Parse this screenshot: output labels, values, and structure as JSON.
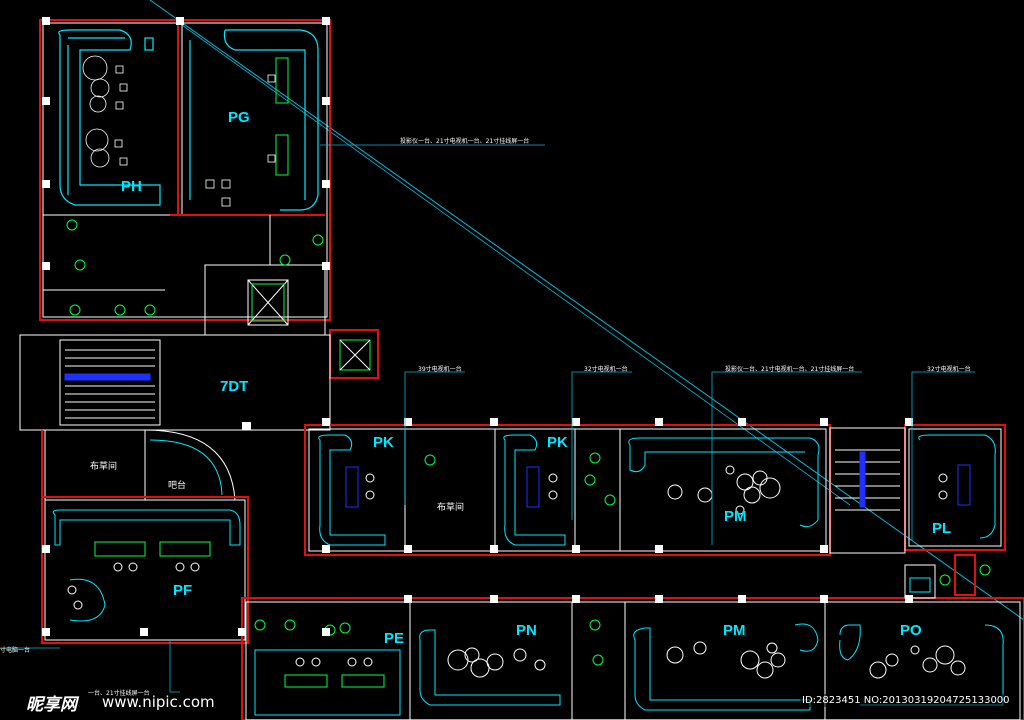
{
  "rooms": [
    {
      "id": "PH",
      "label": "PH"
    },
    {
      "id": "PG",
      "label": "PG"
    },
    {
      "id": "7DT",
      "label": "7DT"
    },
    {
      "id": "PK1",
      "label": "PK"
    },
    {
      "id": "PK2",
      "label": "PK"
    },
    {
      "id": "PM1",
      "label": "PM"
    },
    {
      "id": "PL",
      "label": "PL"
    },
    {
      "id": "PF",
      "label": "PF"
    },
    {
      "id": "PE",
      "label": "PE"
    },
    {
      "id": "PN",
      "label": "PN"
    },
    {
      "id": "PM2",
      "label": "PM"
    },
    {
      "id": "PO",
      "label": "PO"
    }
  ],
  "chinese_labels": {
    "linen_room_1": "布草间",
    "linen_room_2": "布草间",
    "bar": "吧台"
  },
  "notes": {
    "pg_equipment": "投影仪一台、21寸电视机一台、21寸挂线屏一台",
    "pk1_equipment": "39寸电视机一台",
    "pk2_equipment": "32寸电视机一台",
    "pm_equipment": "投影仪一台、21寸电视机一台、21寸挂线屏一台",
    "pl_equipment": "32寸电视机一台",
    "left_edge_note": "寸电脑一台",
    "bottom_note": "一台、21寸挂线屏一台"
  },
  "watermark": {
    "brand": "昵享网",
    "url": "www.nipic.com",
    "id_text": "ID:2823451 NO:20130319204725133000"
  },
  "colors": {
    "background": "#000000",
    "wall_red": "#e01010",
    "line_white": "#ffffff",
    "furniture_cyan": "#00e8ff",
    "plant_green": "#00ff40",
    "stair_blue": "#2030ff",
    "label_cyan": "#00e8ff"
  }
}
